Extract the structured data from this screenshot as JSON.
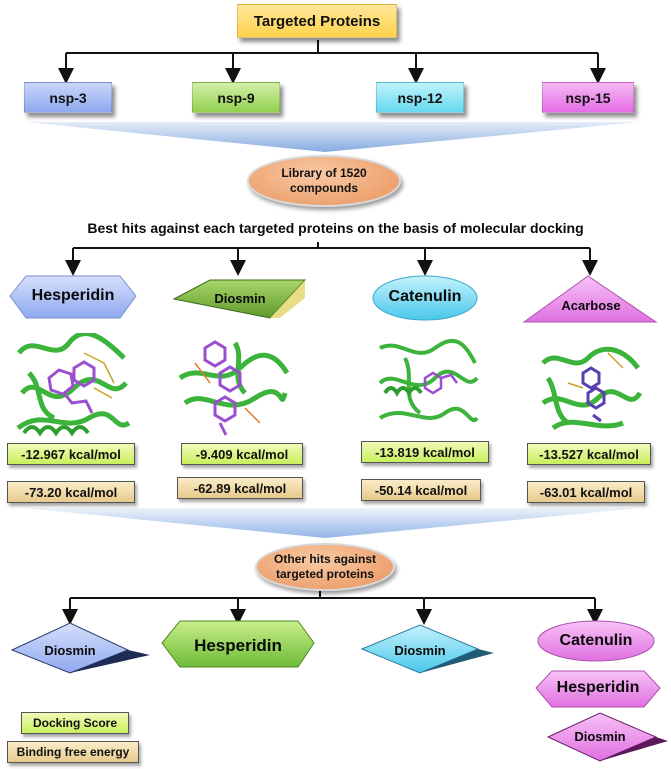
{
  "title": "Targeted Proteins",
  "proteins": [
    "nsp-3",
    "nsp-9",
    "nsp-12",
    "nsp-15"
  ],
  "library_lines": [
    "Library of 1520",
    "compounds"
  ],
  "best_hits_heading": "Best hits against each targeted proteins on the  basis of molecular docking",
  "best_hits": [
    {
      "name": "Hesperidin",
      "docking": "-12.967 kcal/mol",
      "binding": "-73.20 kcal/mol"
    },
    {
      "name": "Diosmin",
      "docking": "-9.409 kcal/mol",
      "binding": "-62.89 kcal/mol"
    },
    {
      "name": "Catenulin",
      "docking": "-13.819 kcal/mol",
      "binding": "-50.14 kcal/mol"
    },
    {
      "name": "Acarbose",
      "docking": "-13.527 kcal/mol",
      "binding": "-63.01 kcal/mol"
    }
  ],
  "other_hits_lines": [
    "Other hits against",
    "targeted proteins"
  ],
  "other_hits": {
    "col1": "Diosmin",
    "col2": "Hesperidin",
    "col3": "Diosmin",
    "col4": [
      "Catenulin",
      "Hesperidin",
      "Diosmin"
    ]
  },
  "legend": {
    "docking": "Docking Score",
    "binding": "Binding free energy"
  },
  "colors": {
    "title": "#ffd966",
    "nsp3": "#8fa9f0",
    "nsp9": "#92d050",
    "nsp12": "#66d9f0",
    "nsp15": "#e66de6",
    "library": "#f0a070",
    "protein_structure": "#3cb43c",
    "ligand": "#9b4fd0"
  }
}
